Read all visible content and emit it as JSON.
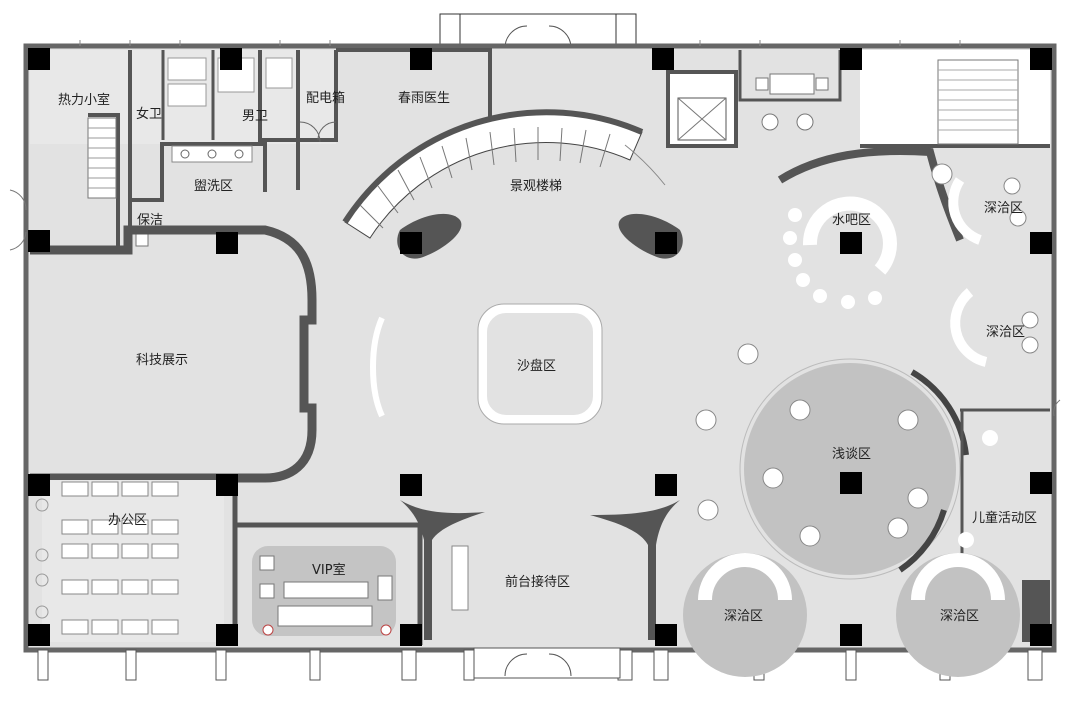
{
  "colors": {
    "wall": "#555555",
    "column": "#000000",
    "floor": "#e2e2e2",
    "circle_zone": "#c2c2c2",
    "white": "#ffffff",
    "line": "#333333"
  },
  "labels": {
    "heat_room": "热力小室",
    "women_wc": "女卫",
    "men_wc": "男卫",
    "distribution_box": "配电箱",
    "chunyu_doctor": "春雨医生",
    "wash_area": "盥洗区",
    "cleaning": "保洁",
    "landscape_stairs": "景观楼梯",
    "water_bar": "水吧区",
    "meeting_top_right": "深洽区",
    "meeting_right": "深洽区",
    "tech_display": "科技展示",
    "sand_table": "沙盘区",
    "casual_talk": "浅谈区",
    "kids_area": "儿童活动区",
    "office": "办公区",
    "vip_room": "VIP室",
    "reception": "前台接待区",
    "meeting_bottom_left": "深洽区",
    "meeting_bottom_right": "深洽区"
  }
}
